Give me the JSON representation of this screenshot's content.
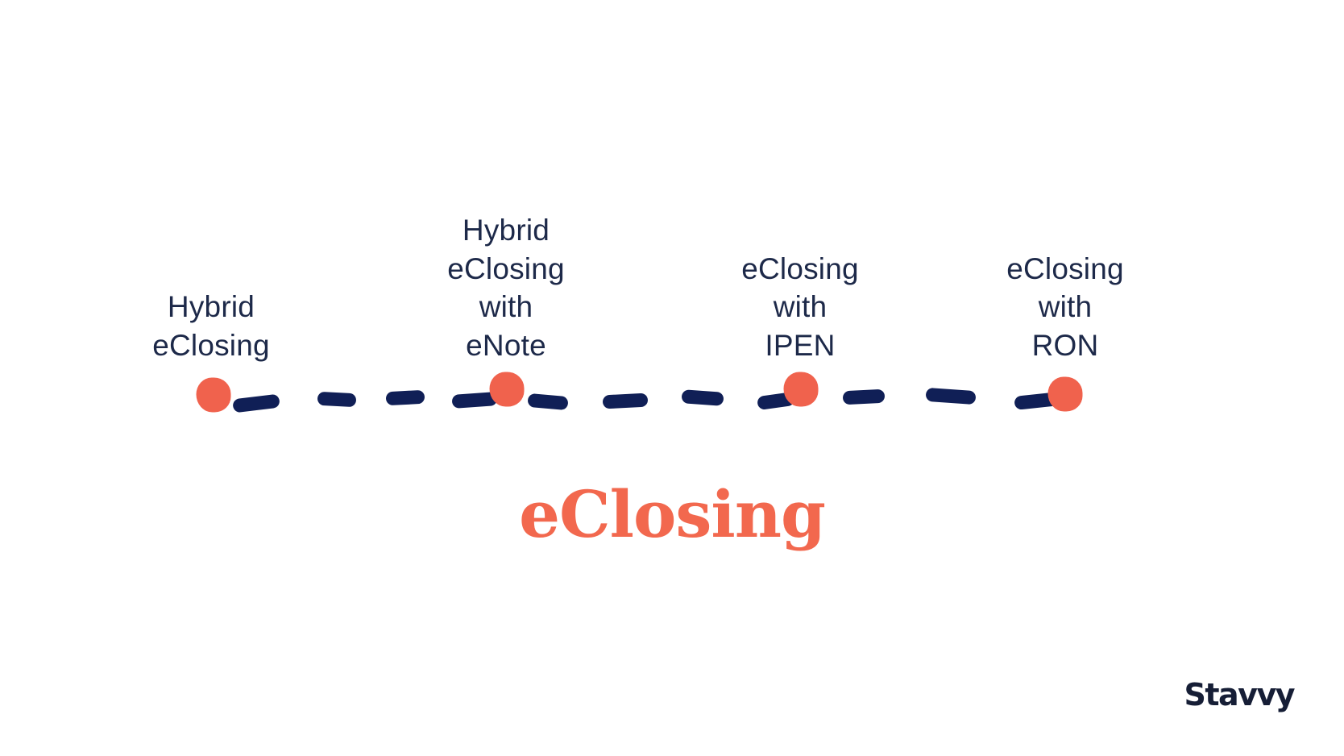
{
  "colors": {
    "accent_coral": "#f0624d",
    "title_coral": "#f2684e",
    "line_navy": "#101f56",
    "text_navy": "#1d2949",
    "logo_navy": "#161e36",
    "page_bg": "#ffffff"
  },
  "timeline": {
    "milestones": [
      {
        "label": "Hybrid\neClosing"
      },
      {
        "label": "Hybrid\neClosing\nwith\neNote"
      },
      {
        "label": "eClosing\nwith\nIPEN"
      },
      {
        "label": "eClosing\nwith\nRON"
      }
    ]
  },
  "title": {
    "text": "eClosing"
  },
  "logo": {
    "text": "Stavvy"
  }
}
